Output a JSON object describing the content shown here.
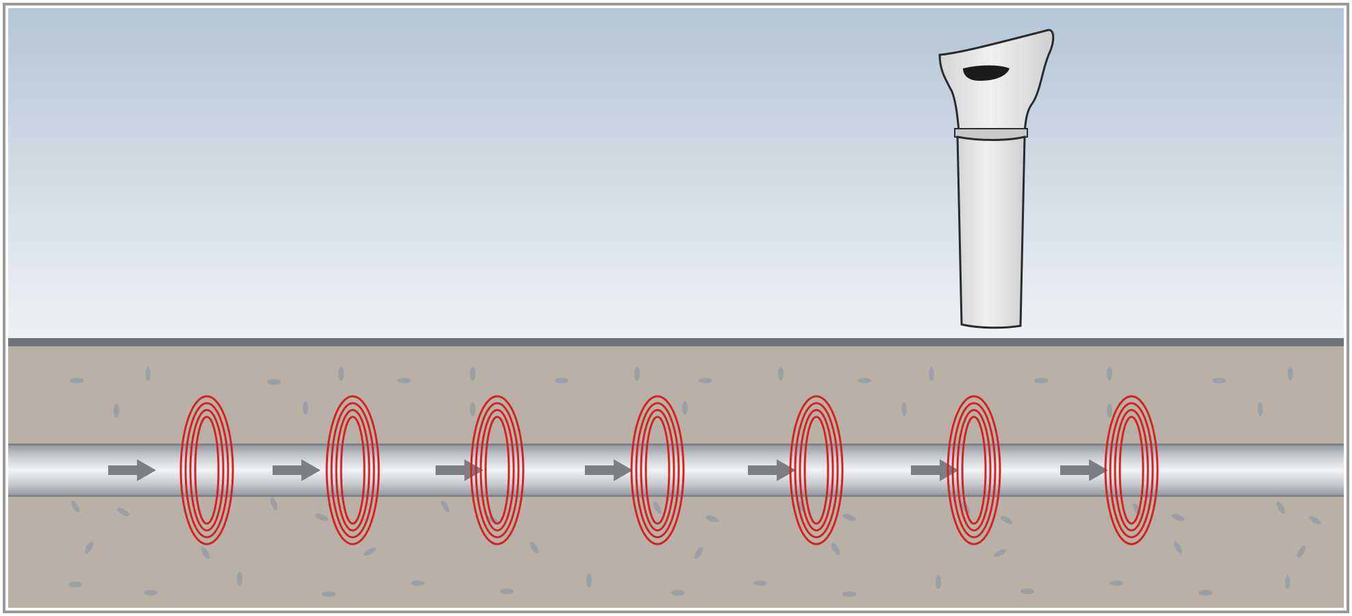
{
  "colors": {
    "sky_top": "#b4c6d6",
    "sky_bottom": "#eef1f4",
    "ground_line": "#6f7478",
    "soil": "#b9b1a5",
    "soil_speckle": "#9aa0a6",
    "pipe_light": "#e9eaec",
    "pipe_dark": "#8f949a",
    "arrow": "#7b7f84",
    "field_ring": "#d32323",
    "locator_body": "#e3e4e5",
    "locator_outline": "#2b2b2b",
    "locator_screen": "#1b1b1b",
    "border": "#9a9a9a"
  },
  "icons": {
    "locator": "cable-locator-icon",
    "current_arrow": "right-arrow-icon",
    "magnetic_field": "concentric-rings-icon"
  },
  "diagram": {
    "field_ring_count": 7,
    "current_arrow_count": 7,
    "ring_lines_per_field": 4,
    "current_direction": "right"
  }
}
